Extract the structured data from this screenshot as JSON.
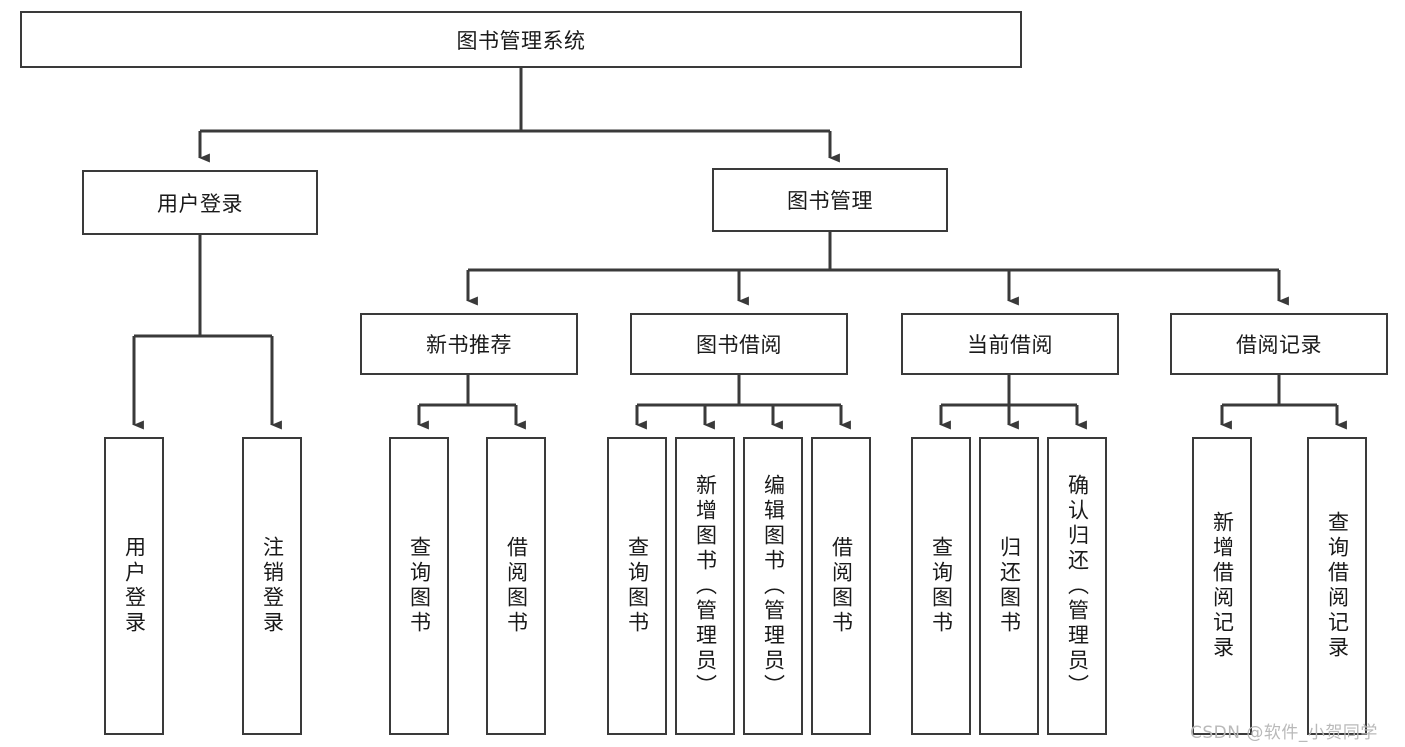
{
  "diagram": {
    "title": "图书管理系统",
    "type": "hierarchy-tree",
    "orientation": "top-down",
    "colors": {
      "box_border": "#3a3a3a",
      "box_fill": "#ffffff",
      "edge": "#3a3a3a",
      "text": "#1a1a1a",
      "watermark": "#b9b9b9"
    },
    "nodes": {
      "root": {
        "label": "图书管理系统",
        "level": 0,
        "orientation": "horizontal"
      },
      "l1": [
        {
          "id": "user_login",
          "label": "用户登录",
          "level": 1,
          "orientation": "horizontal"
        },
        {
          "id": "book_mgmt",
          "label": "图书管理",
          "level": 1,
          "orientation": "horizontal"
        }
      ],
      "l2": [
        {
          "id": "new_book_rec",
          "label": "新书推荐",
          "level": 2,
          "orientation": "horizontal",
          "parent": "book_mgmt"
        },
        {
          "id": "book_borrow",
          "label": "图书借阅",
          "level": 2,
          "orientation": "horizontal",
          "parent": "book_mgmt"
        },
        {
          "id": "current_borrow",
          "label": "当前借阅",
          "level": 2,
          "orientation": "horizontal",
          "parent": "book_mgmt"
        },
        {
          "id": "borrow_record",
          "label": "借阅记录",
          "level": 2,
          "orientation": "horizontal",
          "parent": "book_mgmt"
        }
      ],
      "leaves": [
        {
          "id": "leaf_user_login",
          "label": "用户登录",
          "parent": "user_login",
          "orientation": "vertical"
        },
        {
          "id": "leaf_logout",
          "label": "注销登录",
          "parent": "user_login",
          "orientation": "vertical"
        },
        {
          "id": "leaf_query_book_1",
          "label": "查询图书",
          "parent": "new_book_rec",
          "orientation": "vertical"
        },
        {
          "id": "leaf_borrow_book_1",
          "label": "借阅图书",
          "parent": "new_book_rec",
          "orientation": "vertical"
        },
        {
          "id": "leaf_query_book_2",
          "label": "查询图书",
          "parent": "book_borrow",
          "orientation": "vertical"
        },
        {
          "id": "leaf_add_book",
          "label": "新增图书（管理员）",
          "parent": "book_borrow",
          "orientation": "vertical"
        },
        {
          "id": "leaf_edit_book",
          "label": "编辑图书（管理员）",
          "parent": "book_borrow",
          "orientation": "vertical"
        },
        {
          "id": "leaf_borrow_book_2",
          "label": "借阅图书",
          "parent": "book_borrow",
          "orientation": "vertical"
        },
        {
          "id": "leaf_query_book_3",
          "label": "查询图书",
          "parent": "current_borrow",
          "orientation": "vertical"
        },
        {
          "id": "leaf_return_book",
          "label": "归还图书",
          "parent": "current_borrow",
          "orientation": "vertical"
        },
        {
          "id": "leaf_confirm_return",
          "label": "确认归还（管理员）",
          "parent": "current_borrow",
          "orientation": "vertical"
        },
        {
          "id": "leaf_add_record",
          "label": "新增借阅记录",
          "parent": "borrow_record",
          "orientation": "vertical"
        },
        {
          "id": "leaf_query_record",
          "label": "查询借阅记录",
          "parent": "borrow_record",
          "orientation": "vertical"
        }
      ]
    },
    "watermark": "CSDN @软件_小贺同学"
  }
}
